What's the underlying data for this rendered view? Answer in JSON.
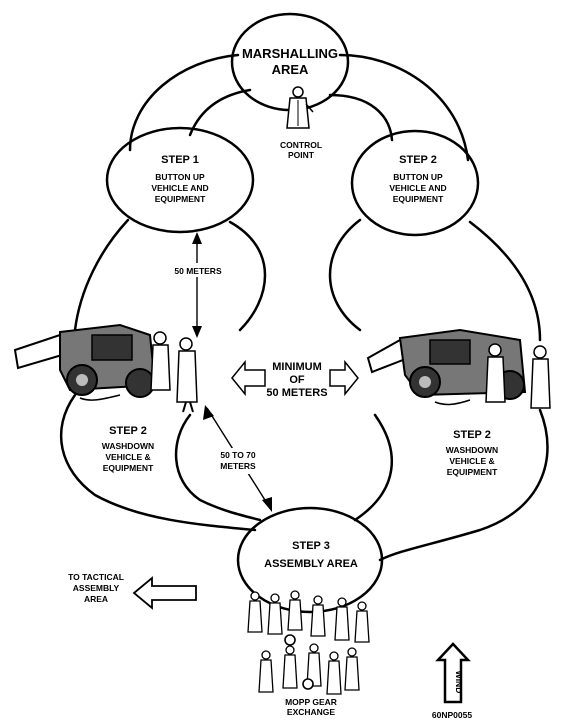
{
  "marshalling": {
    "line1": "MARSHALLING",
    "line2": "AREA"
  },
  "control_point": {
    "line1": "CONTROL",
    "line2": "POINT"
  },
  "step1": {
    "title": "STEP 1",
    "line1": "BUTTON UP",
    "line2": "VEHICLE AND",
    "line3": "EQUIPMENT"
  },
  "step2_top": {
    "title": "STEP 2",
    "line1": "BUTTON UP",
    "line2": "VEHICLE AND",
    "line3": "EQUIPMENT"
  },
  "step2_left": {
    "title": "STEP 2",
    "line1": "WASHDOWN",
    "line2": "VEHICLE &",
    "line3": "EQUIPMENT"
  },
  "step2_right": {
    "title": "STEP 2",
    "line1": "WASHDOWN",
    "line2": "VEHICLE &",
    "line3": "EQUIPMENT"
  },
  "step3": {
    "title": "STEP 3",
    "line1": "ASSEMBLY AREA"
  },
  "distances": {
    "fifty_meters": "50 METERS",
    "minimum_line1": "MINIMUM",
    "minimum_line2": "OF",
    "minimum_line3": "50 METERS",
    "fifty_to_seventy_line1": "50 TO 70",
    "fifty_to_seventy_line2": "METERS"
  },
  "tactical": {
    "line1": "TO TACTICAL",
    "line2": "ASSEMBLY",
    "line3": "AREA"
  },
  "mopp": {
    "line1": "MOPP GEAR",
    "line2": "EXCHANGE"
  },
  "wind_label": "WIND",
  "figure_id": "60NP0055"
}
